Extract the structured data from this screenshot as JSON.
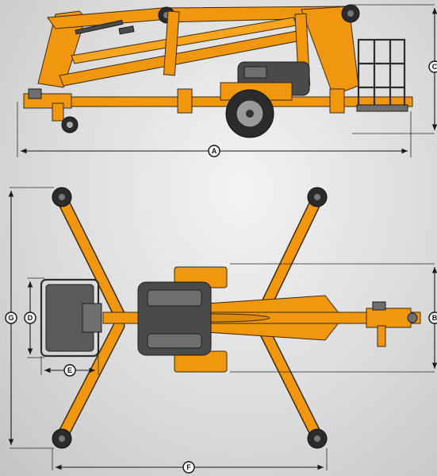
{
  "dimension_labels": {
    "a": "A",
    "b": "B",
    "c": "C",
    "d": "D",
    "e": "E",
    "f": "F",
    "g": "G"
  },
  "colors": {
    "machine_body": "#f0960f",
    "engine_cover": "#4a4a4a",
    "background": "#d8d8d8",
    "dimension_line": "#1a1a1a"
  },
  "views": [
    "side-elevation",
    "top-plan"
  ]
}
